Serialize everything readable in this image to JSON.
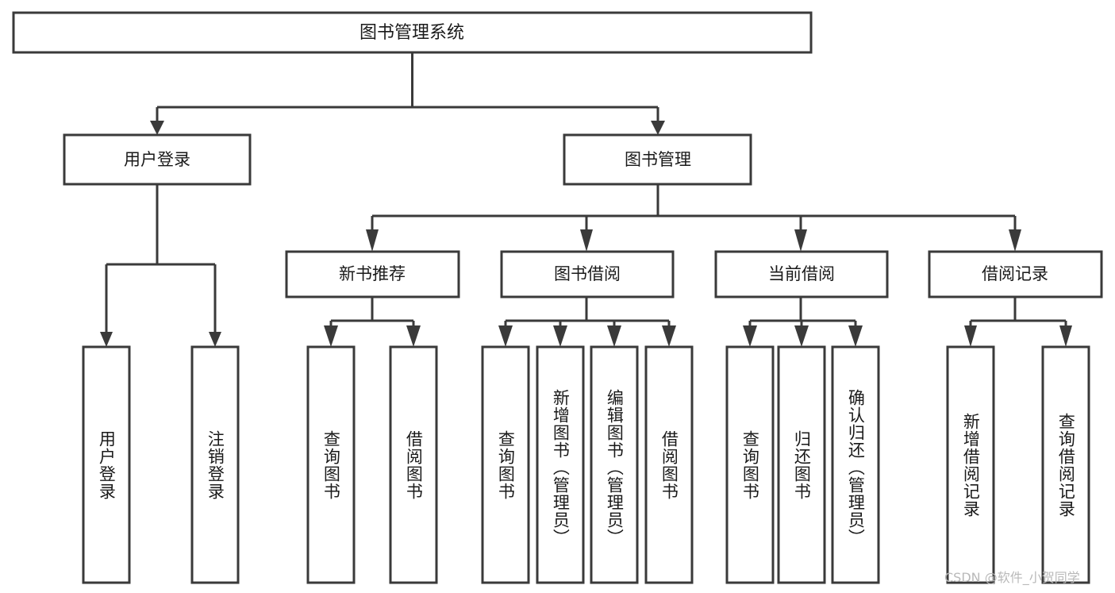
{
  "diagram": {
    "type": "tree",
    "title": "图书管理系统",
    "watermark": "CSDN @软件_小贺同学",
    "colors": {
      "stroke": "#3a3a3a",
      "fill": "#ffffff",
      "text": "#1a1a1a",
      "watermark": "#b9b9b9"
    },
    "nodes": {
      "root": {
        "label": "图书管理系统"
      },
      "level1": [
        {
          "label": "用户登录"
        },
        {
          "label": "图书管理"
        }
      ],
      "level2": [
        {
          "label": "新书推荐"
        },
        {
          "label": "图书借阅"
        },
        {
          "label": "当前借阅"
        },
        {
          "label": "借阅记录"
        }
      ],
      "leaves": {
        "user_login": [
          {
            "label": "用户登录"
          },
          {
            "label": "注销登录"
          }
        ],
        "new_book_recommend": [
          {
            "label": "查询图书"
          },
          {
            "label": "借阅图书"
          }
        ],
        "book_borrow": [
          {
            "label": "查询图书"
          },
          {
            "label": "新增图书（管理员）"
          },
          {
            "label": "编辑图书（管理员）"
          },
          {
            "label": "借阅图书"
          }
        ],
        "current_borrow": [
          {
            "label": "查询图书"
          },
          {
            "label": "归还图书"
          },
          {
            "label": "确认归还（管理员）"
          }
        ],
        "borrow_record": [
          {
            "label": "新增借阅记录"
          },
          {
            "label": "查询借阅记录"
          }
        ]
      }
    }
  }
}
